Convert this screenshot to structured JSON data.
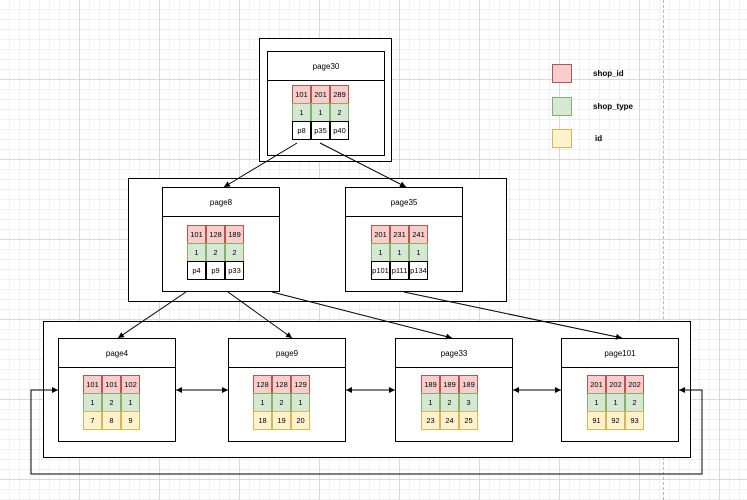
{
  "root": {
    "title": "page30",
    "shop_id": [
      "101",
      "201",
      "289"
    ],
    "shop_type": [
      "1",
      "1",
      "2"
    ],
    "pointers": [
      "p8",
      "p35",
      "p40"
    ]
  },
  "internal": [
    {
      "title": "page8",
      "shop_id": [
        "101",
        "128",
        "189"
      ],
      "shop_type": [
        "1",
        "2",
        "2"
      ],
      "pointers": [
        "p4",
        "p9",
        "p33"
      ]
    },
    {
      "title": "page35",
      "shop_id": [
        "201",
        "231",
        "241"
      ],
      "shop_type": [
        "1",
        "1",
        "1"
      ],
      "pointers": [
        "p101",
        "p111",
        "p134"
      ]
    }
  ],
  "leaves": [
    {
      "title": "page4",
      "shop_id": [
        "101",
        "101",
        "102"
      ],
      "shop_type": [
        "1",
        "2",
        "1"
      ],
      "id": [
        "7",
        "8",
        "9"
      ]
    },
    {
      "title": "page9",
      "shop_id": [
        "128",
        "128",
        "129"
      ],
      "shop_type": [
        "1",
        "2",
        "1"
      ],
      "id": [
        "18",
        "19",
        "20"
      ]
    },
    {
      "title": "page33",
      "shop_id": [
        "189",
        "189",
        "189"
      ],
      "shop_type": [
        "1",
        "2",
        "3"
      ],
      "id": [
        "23",
        "24",
        "25"
      ]
    },
    {
      "title": "page101",
      "shop_id": [
        "201",
        "202",
        "202"
      ],
      "shop_type": [
        "1",
        "1",
        "2"
      ],
      "id": [
        "91",
        "92",
        "93"
      ]
    }
  ],
  "legend": {
    "shop_id": "shop_id",
    "shop_type": "shop_type",
    "id": "id"
  },
  "colors": {
    "shop_id_fill": "#f8cecc",
    "shop_type_fill": "#d5e8d4",
    "id_fill": "#fff2cc"
  }
}
